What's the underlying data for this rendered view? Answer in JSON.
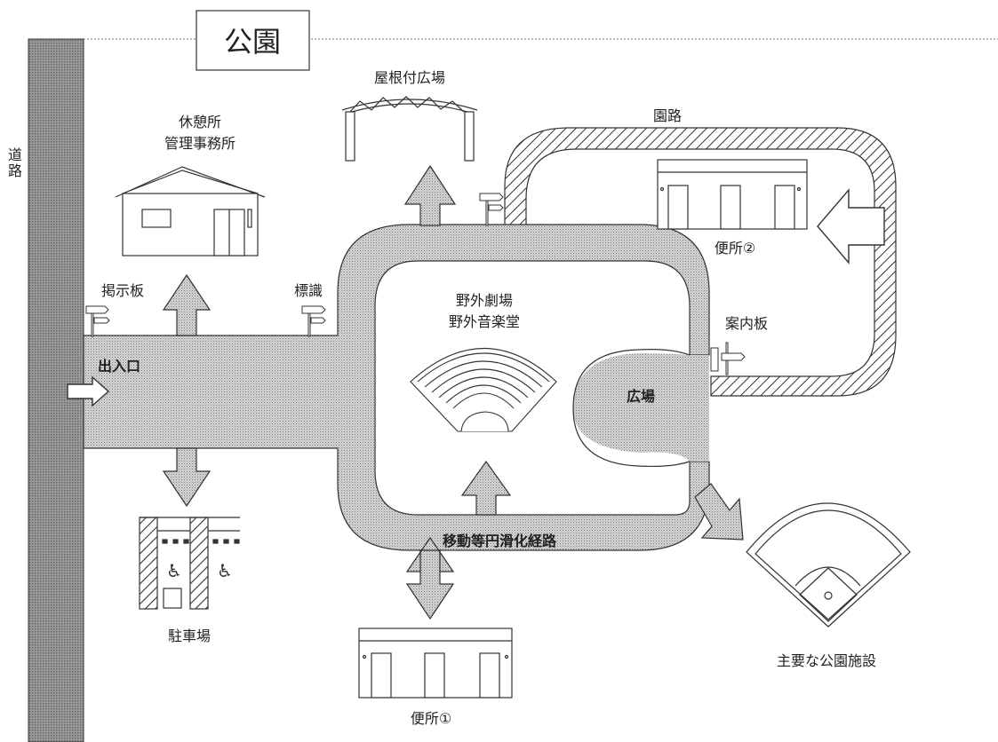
{
  "title": "公園",
  "road_label": "道路",
  "labels": {
    "rest_house": "休憩所",
    "office": "管理事務所",
    "roofed_plaza": "屋根付広場",
    "park_path": "園路",
    "toilet_2": "便所②",
    "notice_board": "掲示板",
    "sign": "標識",
    "amphitheater_1": "野外劇場",
    "amphitheater_2": "野外音楽堂",
    "guide_board": "案内板",
    "entrance": "出入口",
    "plaza": "広場",
    "accessible_route": "移動等円滑化経路",
    "parking": "駐車場",
    "toilet_1": "便所①",
    "main_facility": "主要な公園施設"
  },
  "colors": {
    "route_fill": "#c8c8c8",
    "road_fill": "#8c8c8c",
    "line": "#333333"
  }
}
